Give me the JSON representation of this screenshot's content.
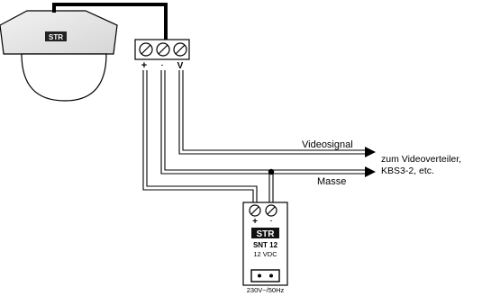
{
  "camera": {
    "logo": "STR"
  },
  "terminal": {
    "labels": [
      "+",
      "-",
      "V"
    ]
  },
  "signals": {
    "video_label": "Videosignal",
    "ground_label": "Masse",
    "destination_line1": "zum Videoverteiler,",
    "destination_line2": "KBS3-2, etc."
  },
  "power_supply": {
    "terminal_labels": [
      "+",
      "-"
    ],
    "brand": "STR",
    "model": "SNT 12",
    "voltage": "12 VDC",
    "mains": "230V~/50Hz"
  }
}
